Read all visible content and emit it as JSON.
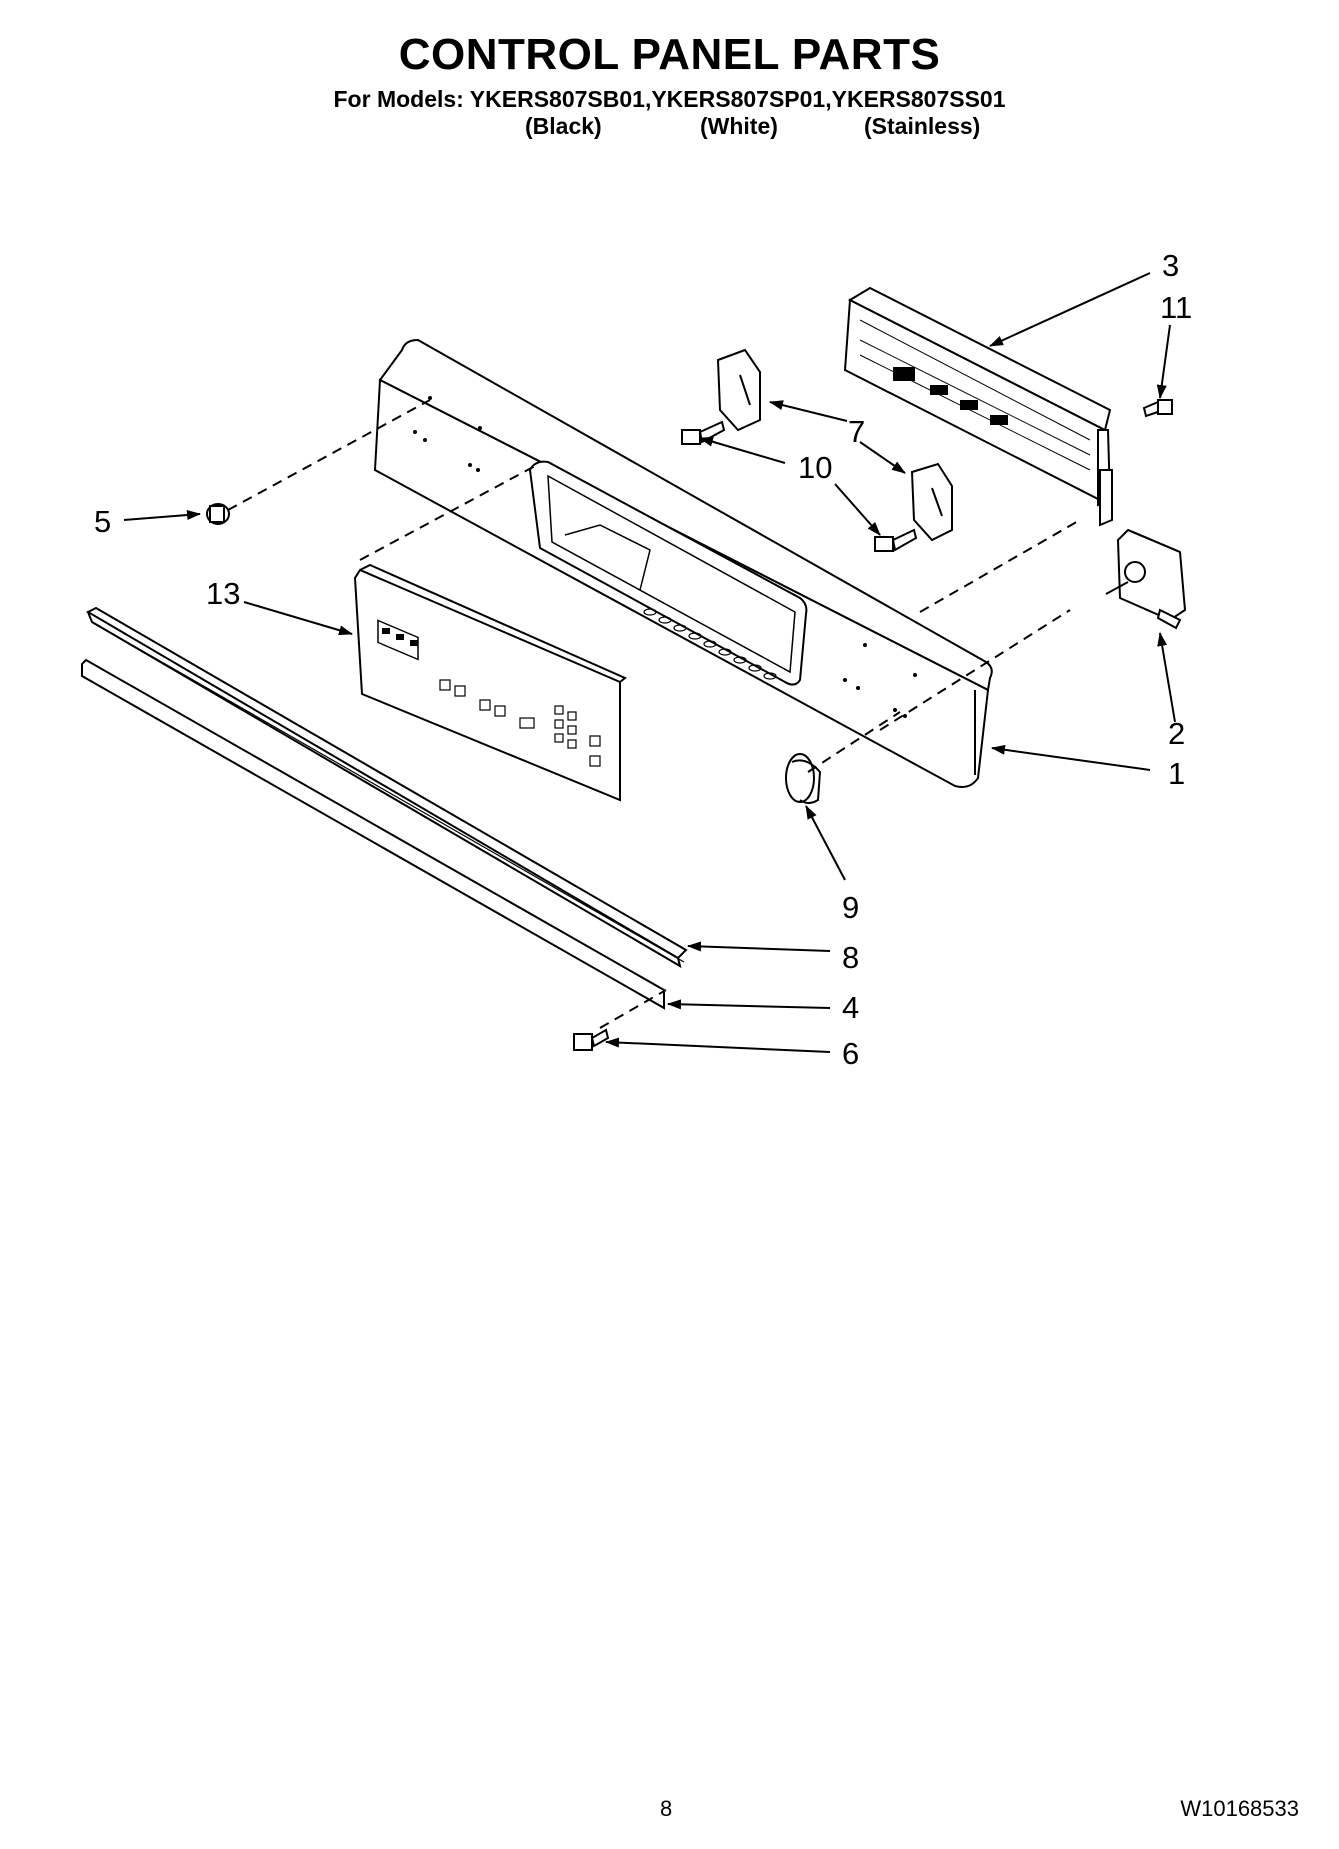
{
  "header": {
    "title": "CONTROL PANEL PARTS",
    "models_line": "For Models: YKERS807SB01,YKERS807SP01,YKERS807SS01",
    "variants": [
      "(Black)",
      "(White)",
      "(Stainless)"
    ]
  },
  "callouts": {
    "c1": "1",
    "c2": "2",
    "c3": "3",
    "c4": "4",
    "c5": "5",
    "c6": "6",
    "c7": "7",
    "c8": "8",
    "c9": "9",
    "c10": "10",
    "c11": "11",
    "c13": "13"
  },
  "footer": {
    "page_number": "8",
    "doc_number": "W10168533"
  }
}
